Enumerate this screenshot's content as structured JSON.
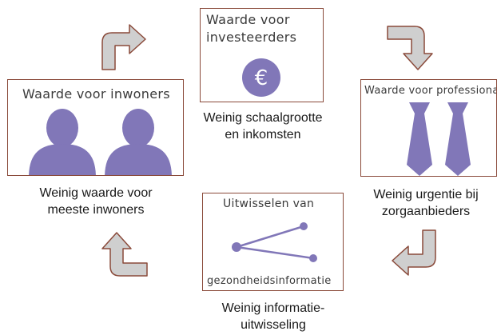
{
  "colors": {
    "figure": "#8177b8",
    "card_border": "#8a4a3a",
    "arrow_fill": "#cfcfcf",
    "arrow_stroke": "#8a4a3a",
    "text": "#1a1a1a"
  },
  "cards": {
    "investors": {
      "title_line1": "Waarde voor",
      "title_line2": "investeerders",
      "symbol": "€",
      "icon": "euro-coin-icon",
      "caption_line1": "Weinig schaalgrootte",
      "caption_line2": "en inkomsten"
    },
    "residents": {
      "title": "Waarde voor inwoners",
      "icon": "people-silhouette-icon",
      "caption_line1": "Weinig waarde voor",
      "caption_line2": "meeste inwoners"
    },
    "professionals": {
      "title": "Waarde voor professionals",
      "icon": "tie-icon",
      "caption_line1": "Weinig urgentie bij",
      "caption_line2": "zorgaanbieders"
    },
    "exchange": {
      "title_top": "Uitwisselen van",
      "title_bottom": "gezondheidsinformatie",
      "icon": "share-network-icon",
      "caption_line1": "Weinig informatie-",
      "caption_line2": "uitwisseling"
    }
  },
  "arrows": [
    "up-right-arrow-icon",
    "right-down-arrow-icon",
    "down-left-arrow-icon",
    "left-up-arrow-icon"
  ]
}
